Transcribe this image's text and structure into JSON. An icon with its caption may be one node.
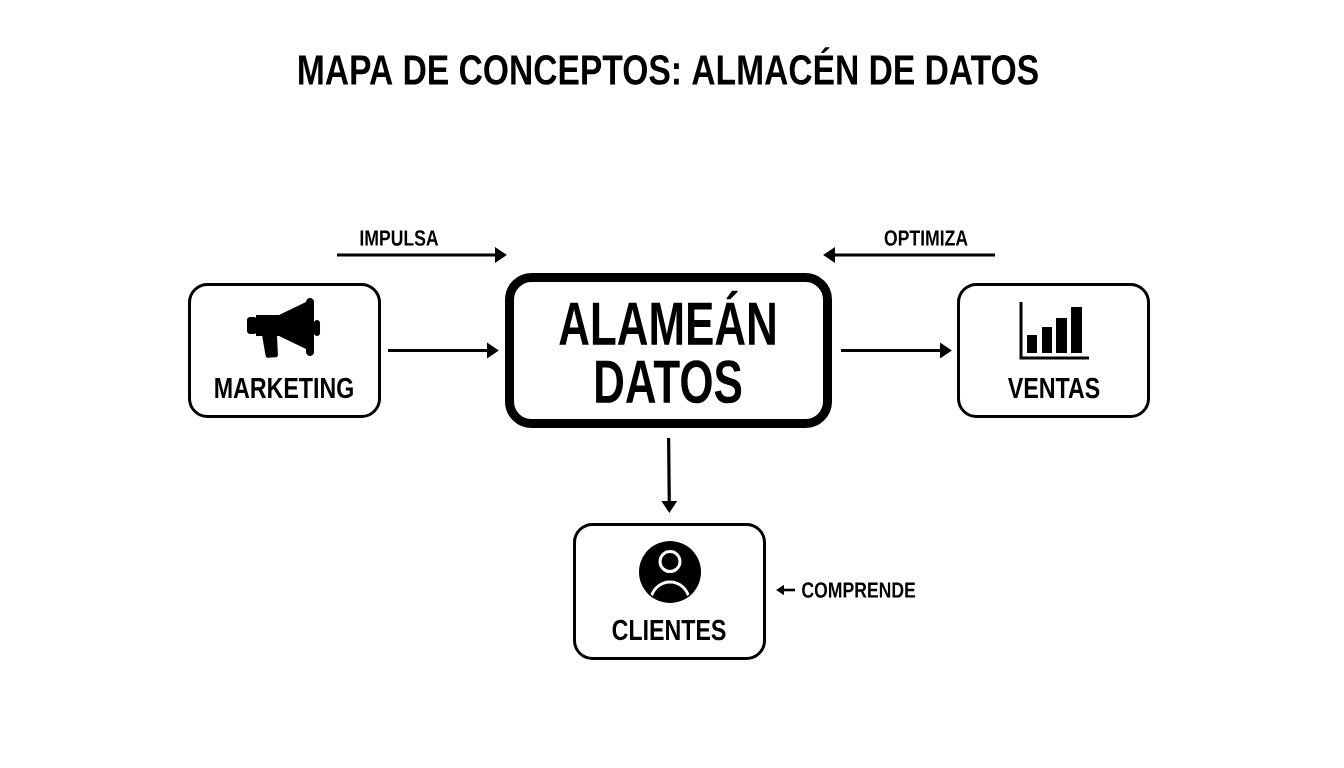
{
  "diagram": {
    "title": "MAPA DE CONCEPTOS: ALMACÉN DE DATOS",
    "nodes": [
      {
        "text": [
          "MARKETING"
        ]
      },
      {
        "text": [
          "ALAMEÁN DATOS"
        ]
      },
      {
        "text": [
          "VENTAS"
        ]
      },
      {
        "text": [
          "CLIENTES"
        ]
      }
    ],
    "edges": [
      {
        "from": 0,
        "to": 1,
        "arrow": "to"
      },
      {
        "from": 1,
        "to": 2,
        "arrow": "to"
      },
      {
        "from": 1,
        "to": 3,
        "arrow": "to"
      },
      {
        "from": null,
        "to": 1,
        "arrow": "to",
        "label": "IMPULSA"
      },
      {
        "from": null,
        "to": 1,
        "arrow": "to",
        "label": "OPTIMIZA"
      },
      {
        "from": null,
        "to": 3,
        "arrow": "to",
        "label": "COMPRENDE"
      }
    ]
  }
}
